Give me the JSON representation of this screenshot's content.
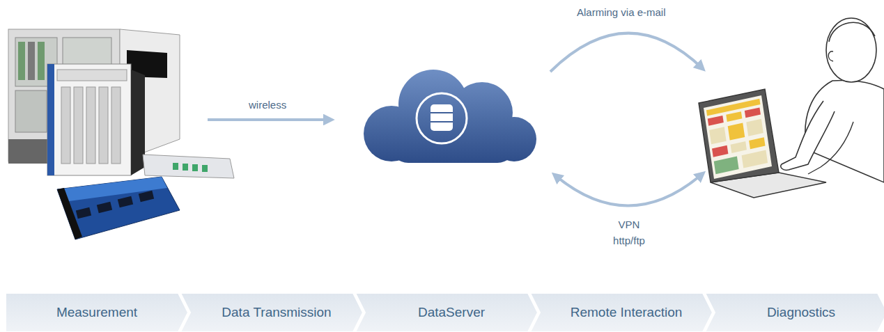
{
  "diagram": {
    "nodes": [
      {
        "text": [
          "Measurement"
        ]
      },
      {
        "text": [
          "Data Transmission"
        ]
      },
      {
        "text": [
          "DataServer"
        ]
      },
      {
        "text": [
          "Remote Interaction"
        ]
      },
      {
        "text": [
          "Diagnostics"
        ]
      }
    ],
    "labels": [
      "wireless",
      "Alarming via e-mail",
      "VPN http/ftp"
    ]
  }
}
